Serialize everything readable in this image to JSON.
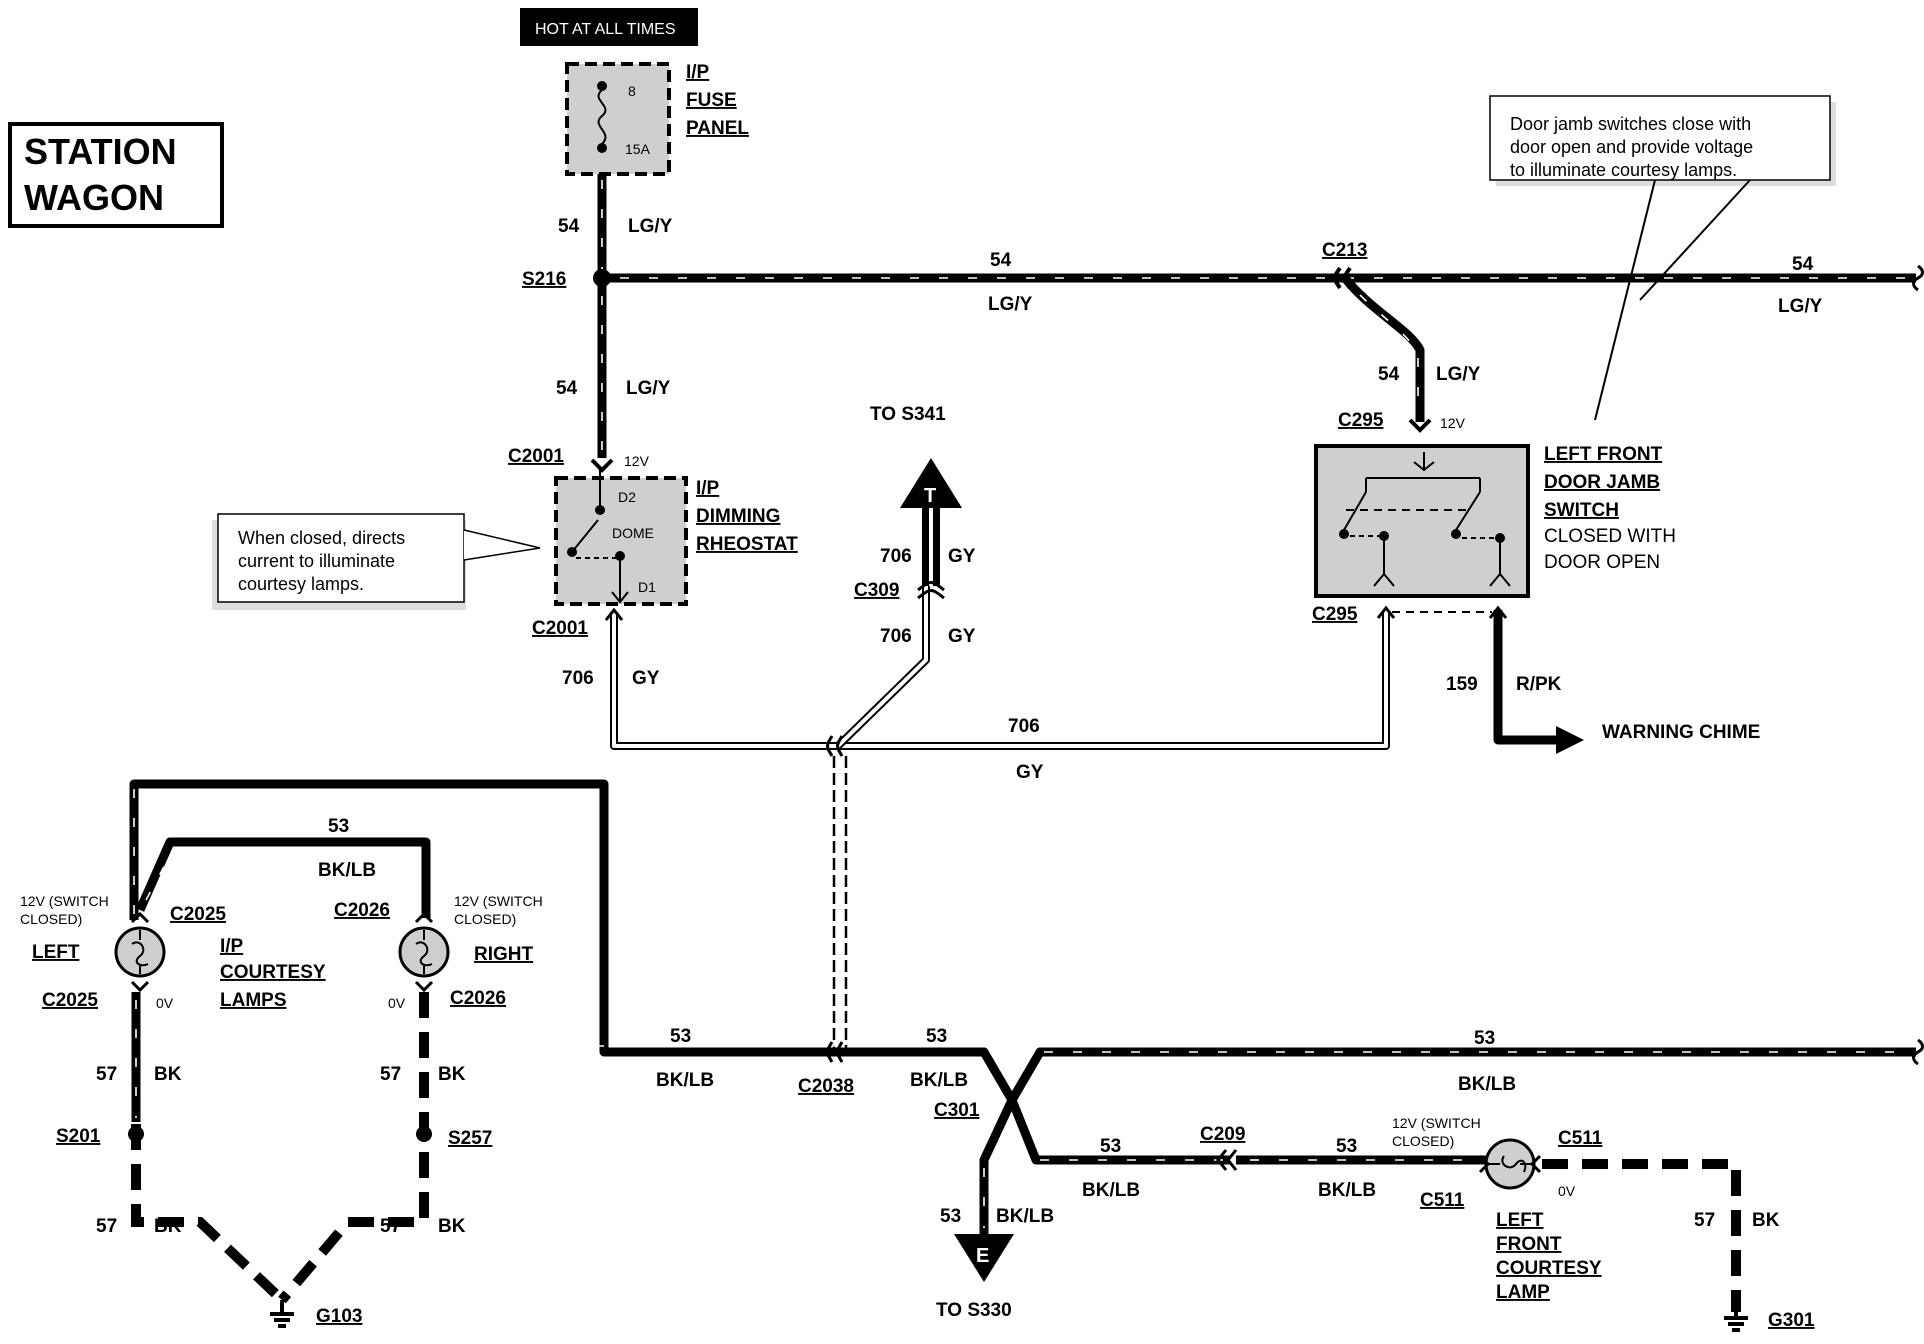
{
  "title": {
    "line1": "STATION",
    "line2": "WAGON"
  },
  "hot_at_all_times": "HOT AT ALL TIMES",
  "fuse_panel": {
    "line1": "I/P",
    "line2": "FUSE",
    "line3": "PANEL",
    "fuse_no": "8",
    "rating": "15A"
  },
  "wires": {
    "c54": "54",
    "lgy": "LG/Y",
    "c706": "706",
    "gy": "GY",
    "c53": "53",
    "bklb": "BK/LB",
    "c57": "57",
    "bk": "BK",
    "c159": "159",
    "rpk": "R/PK"
  },
  "splices": {
    "s216": "S216",
    "s201": "S201",
    "s257": "S257"
  },
  "connectors": {
    "c213": "C213",
    "c2001": "C2001",
    "c295": "C295",
    "c309": "C309",
    "c2025": "C2025",
    "c2026": "C2026",
    "c2038": "C2038",
    "c301": "C301",
    "c209": "C209",
    "c511": "C511"
  },
  "voltages": {
    "v12": "12V",
    "v0": "0V",
    "switch_closed_1": "12V (SWITCH",
    "switch_closed_2": "CLOSED)"
  },
  "rheostat": {
    "line1": "I/P",
    "line2": "DIMMING",
    "line3": "RHEOSTAT",
    "d2": "D2",
    "dome": "DOME",
    "d1": "D1"
  },
  "rheostat_note": {
    "line1": "When closed, directs",
    "line2": "current to illuminate",
    "line3": "courtesy lamps."
  },
  "door_note": {
    "line1": "Door jamb switches close with",
    "line2": "door open and provide voltage",
    "line3": "to illuminate courtesy lamps."
  },
  "door_switch": {
    "line1": "LEFT FRONT",
    "line2": "DOOR JAMB",
    "line3": "SWITCH",
    "line4": "CLOSED WITH",
    "line5": "DOOR OPEN"
  },
  "to_s341": "TO S341",
  "to_s330": "TO S330",
  "term_t": "T",
  "term_e": "E",
  "warning_chime": "WARNING CHIME",
  "courtesy": {
    "left": "LEFT",
    "right": "RIGHT",
    "line1": "I/P",
    "line2": "COURTESY",
    "line3": "LAMPS"
  },
  "lf_lamp": {
    "line1": "LEFT",
    "line2": "FRONT",
    "line3": "COURTESY",
    "line4": "LAMP"
  },
  "grounds": {
    "g103": "G103",
    "g301": "G301"
  }
}
